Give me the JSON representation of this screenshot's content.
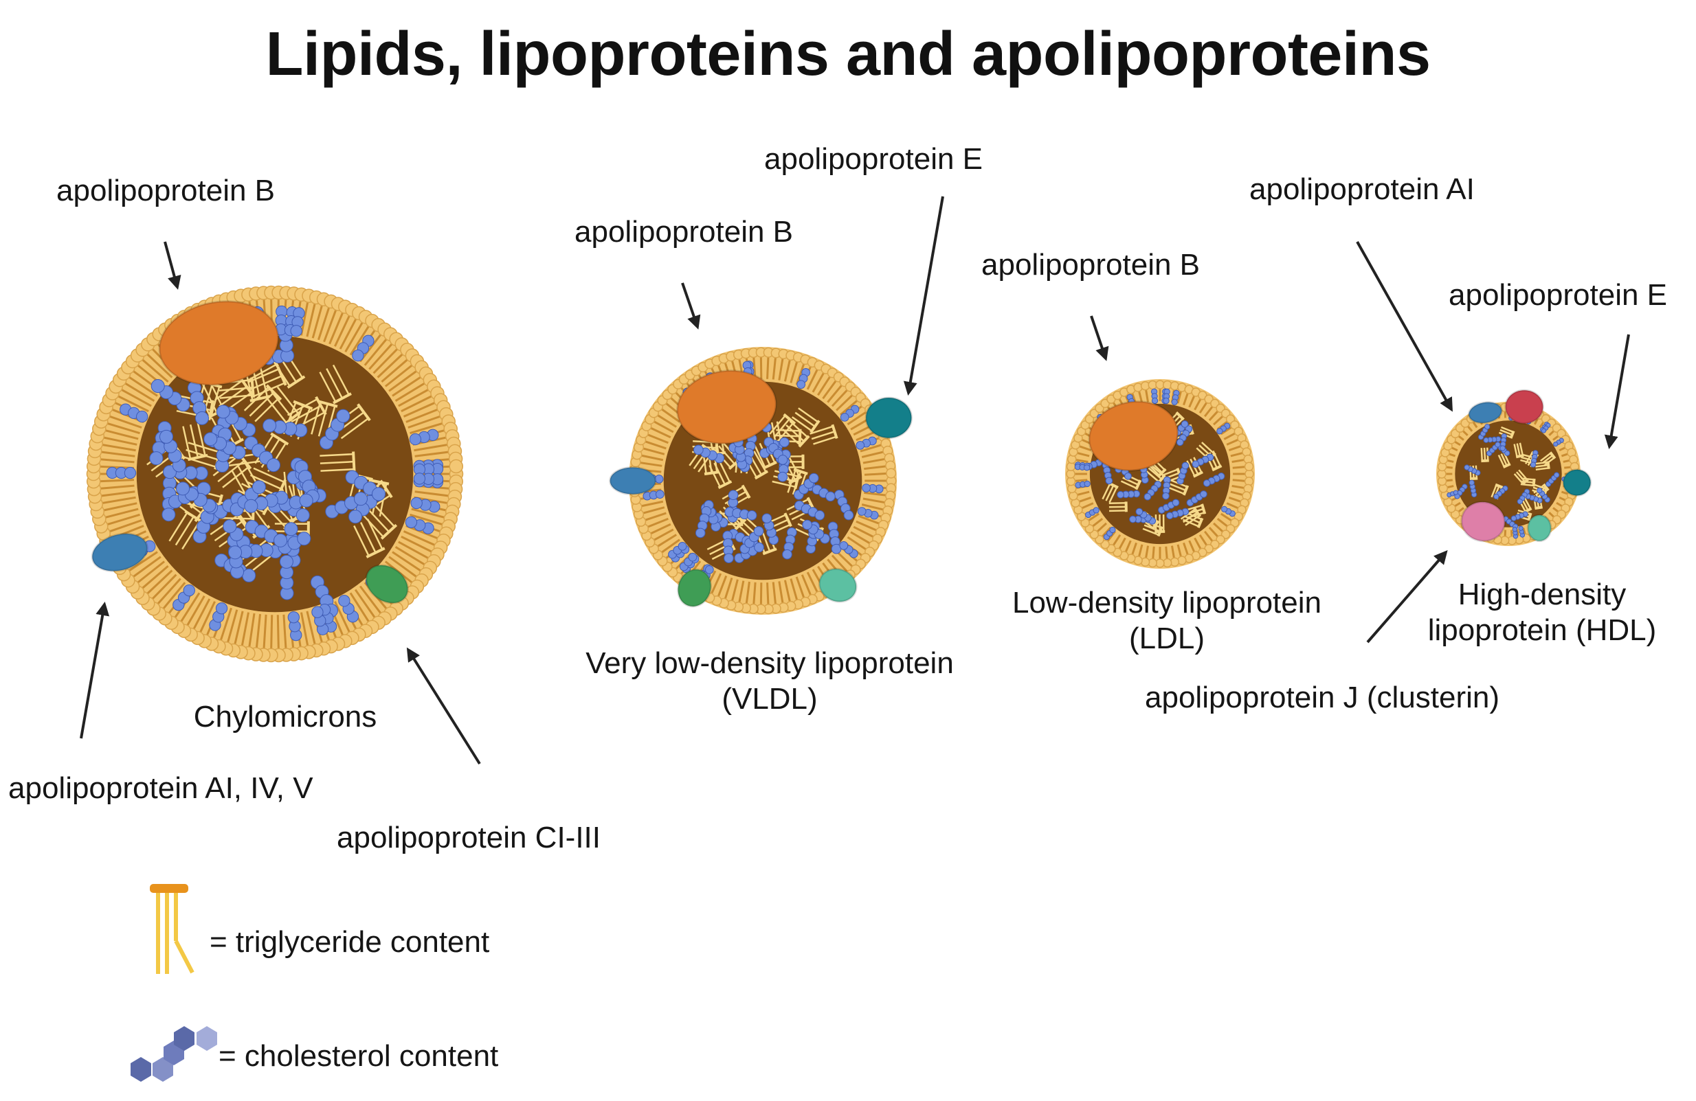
{
  "title": "Lipids, lipoproteins and apolipoproteins",
  "colors": {
    "shell": "#f1c36e",
    "shell_edge": "#d9a34a",
    "core": "#7a4a14",
    "triglyceride": "#f6d98a",
    "cholesterol": "#6f8fe0",
    "apoB": "#df7a2a",
    "apoA": "#3d7fb3",
    "apoC": "#3f9d55",
    "apoE": "#137f8a",
    "apoE_light": "#5cc0a2",
    "apoAI_hdl": "#c9404e",
    "apoJ": "#de7fa8"
  },
  "particles": {
    "chylomicron": {
      "name": "Chylomicrons",
      "labels": {
        "apoB": "apolipoprotein B",
        "apoA": "apolipoprotein AI, IV, V",
        "apoC": "apolipoprotein CI-III"
      }
    },
    "vldl": {
      "name_line1": "Very low-density lipoprotein",
      "name_line2": "(VLDL)",
      "labels": {
        "apoB": "apolipoprotein B",
        "apoE": "apolipoprotein E"
      }
    },
    "ldl": {
      "name_line1": "Low-density lipoprotein",
      "name_line2": "(LDL)",
      "labels": {
        "apoB": "apolipoprotein B"
      }
    },
    "hdl": {
      "name_line1": "High-density",
      "name_line2": "lipoprotein (HDL)",
      "labels": {
        "apoAI": "apolipoprotein AI",
        "apoE": "apolipoprotein E",
        "apoJ": "apolipoprotein J (clusterin)"
      }
    }
  },
  "legend": {
    "triglyceride": "= triglyceride content",
    "cholesterol": "= cholesterol content"
  }
}
